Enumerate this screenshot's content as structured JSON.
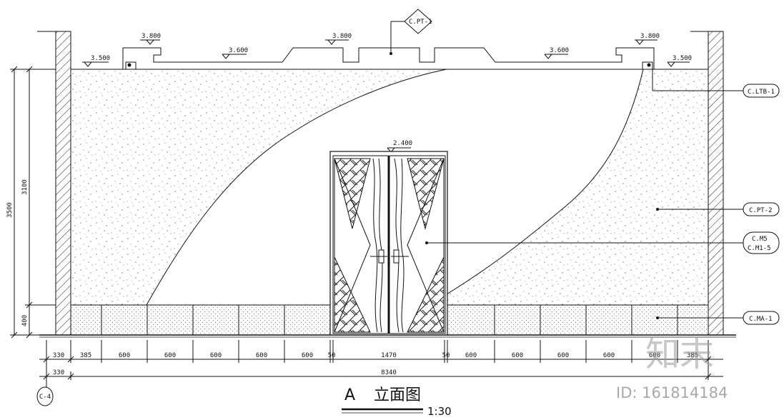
{
  "levels": {
    "top_left": "3.800",
    "top_mid": "3.800",
    "top_right": "3.800",
    "ceil_left": "3.500",
    "ceil_right": "3.500",
    "soffit_left": "3.600",
    "soffit_right": "3.600",
    "door_top": "2.400"
  },
  "tags": {
    "pt1": "C.PT-1",
    "ltb1": "C.LTB-1",
    "pt2": "C.PT-2",
    "m5": "C.M5",
    "m15": "C.M1-5",
    "ma1": "C.MA-1"
  },
  "vertical_dims": {
    "total": "3500",
    "upper": "3100",
    "lower": "400"
  },
  "horizontal_dims": {
    "segments": [
      "330",
      "385",
      "600",
      "600",
      "600",
      "600",
      "600",
      "50",
      "1470",
      "50",
      "600",
      "600",
      "600",
      "600",
      "600",
      "385"
    ],
    "total_left": "330",
    "total": "8340"
  },
  "axis_tag": "C-4",
  "title": {
    "letter": "A",
    "name": "立面图",
    "scale": "1:30"
  },
  "watermark": {
    "logo": "知末",
    "id": "ID: 161814184"
  }
}
